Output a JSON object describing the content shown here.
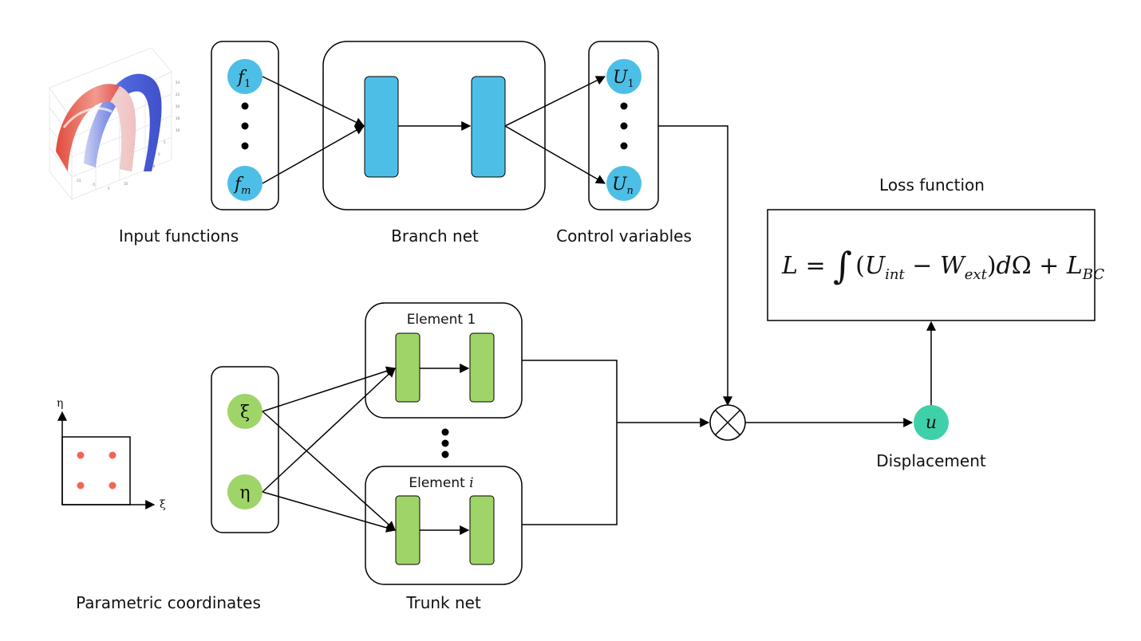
{
  "labels": {
    "input_functions": "Input functions",
    "branch_net": "Branch net",
    "control_variables": "Control variables",
    "loss_function": "Loss function",
    "parametric_coordinates": "Parametric coordinates",
    "trunk_net": "Trunk net",
    "displacement": "Displacement",
    "element_1": "Element 1",
    "element_i_prefix": "Element ",
    "element_i_var": "i"
  },
  "nodes": {
    "f1": {
      "base": "f",
      "sub": "1"
    },
    "fm": {
      "base": "f",
      "sub": "m"
    },
    "U1": {
      "base": "U",
      "sub": "1"
    },
    "Un": {
      "base": "U",
      "sub": "n"
    },
    "xi": "ξ",
    "eta": "η",
    "u": "u"
  },
  "loss_formula": {
    "L": "L",
    "eq": " = ",
    "integral": "∫",
    "open": "(",
    "U": "U",
    "U_sub": "int",
    "minus": " − ",
    "W": "W",
    "W_sub": "ext",
    "close": ")",
    "d": "d",
    "omega": "Ω",
    "plus": " + ",
    "LBC": "L",
    "LBC_sub": "BC"
  },
  "coord_axes": {
    "x_label": "ξ",
    "y_label": "η"
  },
  "colors": {
    "branch_blue": "#4dbfe6",
    "trunk_green": "#9fd468",
    "output_teal": "#3ed1a9",
    "point_red": "#f26552"
  }
}
